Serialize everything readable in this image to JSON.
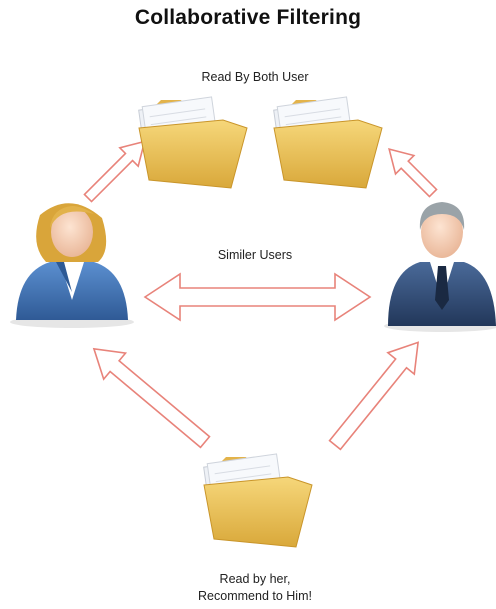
{
  "title": "Collaborative Filtering",
  "labels": {
    "both_users": "Read By  Both User",
    "similar_users": "Similer Users",
    "recommend_line1": "Read by her,",
    "recommend_line2": "Recommend to Him!"
  },
  "colors": {
    "arrow_stroke": "#e8837a",
    "folder": "#eebf4a",
    "folder_dark": "#c9952a",
    "woman_suit": "#3f6fb0",
    "man_suit": "#304a73",
    "hair_blonde": "#d9a53a",
    "hair_gray": "#9aa3a8"
  },
  "icons": [
    "folder-icon",
    "woman-user-icon",
    "man-user-icon",
    "arrow-icon"
  ]
}
